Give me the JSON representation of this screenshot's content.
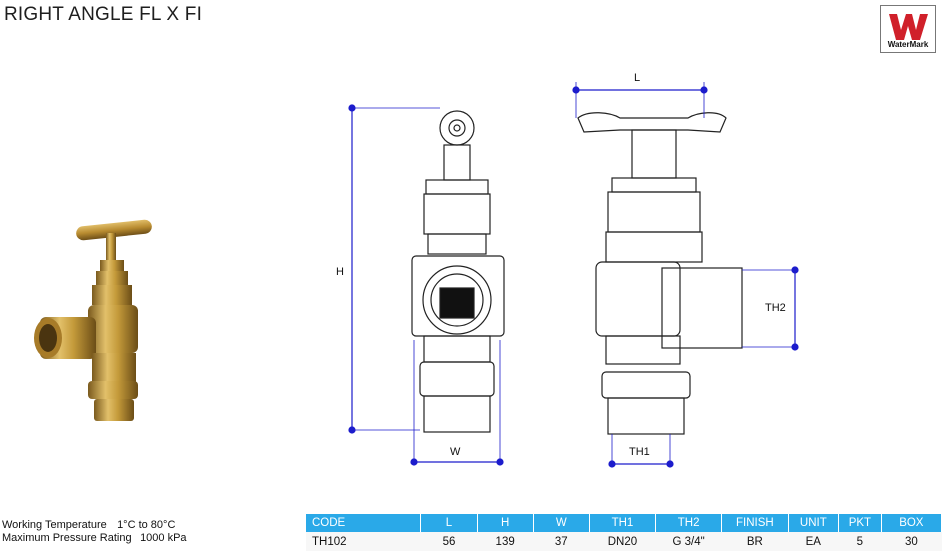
{
  "title": "RIGHT ANGLE FL X FI",
  "logo": {
    "text": "WaterMark",
    "color": "#d0202a"
  },
  "dimensions": {
    "l": "L",
    "h": "H",
    "w": "W",
    "th1": "TH1",
    "th2": "TH2"
  },
  "specs": {
    "temp_label": "Working Temperature",
    "temp_value": "1°C to 80°C",
    "pressure_label": "Maximum Pressure Rating",
    "pressure_value": "1000 kPa"
  },
  "table": {
    "headers": [
      "CODE",
      "L",
      "H",
      "W",
      "TH1",
      "TH2",
      "FINISH",
      "UNIT",
      "PKT",
      "BOX"
    ],
    "rows": [
      [
        "TH102",
        "56",
        "139",
        "37",
        "DN20",
        "G 3/4\"",
        "BR",
        "EA",
        "5",
        "30"
      ]
    ]
  },
  "colors": {
    "accent": "#2aa9e8",
    "dimension_line": "#1c1ccc",
    "brass": "#c49a3a"
  }
}
